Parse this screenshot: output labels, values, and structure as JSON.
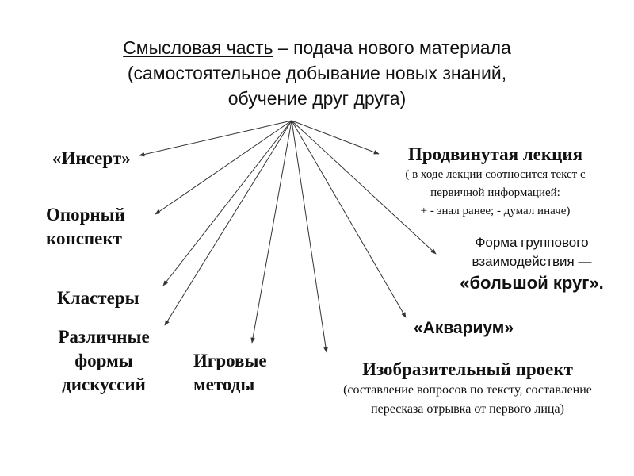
{
  "title": {
    "underlined": "Смысловая часть",
    "rest_line1": " – подача нового материала",
    "line2": "(самостоятельное добывание новых знаний,",
    "line3": "обучение друг друга)"
  },
  "nodes": {
    "insert": "«Инсерт»",
    "opor_line1": "Опорный",
    "opor_line2": "конспект",
    "klastery": "Кластеры",
    "disc_line1": "Различные",
    "disc_line2": "формы",
    "disc_line3": "дискуссий",
    "igr_line1": "Игровые",
    "igr_line2": "методы",
    "izo_title": "Изобразительный проект",
    "izo_sub1": "(составление вопросов по тексту, составление",
    "izo_sub2": "пересказа отрывка от первого лица)",
    "akvarium": "«Аквариум»",
    "krug_line1": "Форма группового",
    "krug_line2": "взаимодействия —",
    "krug_line3": "«большой круг».",
    "lect_title": "Продвинутая лекция",
    "lect_sub1": "( в ходе лекции соотносится текст с",
    "lect_sub2": "первичной информацией:",
    "lect_sub3": "+  - знал ранее; - думал иначе)"
  },
  "colors": {
    "text": "#111111",
    "arrow": "#333333",
    "background": "#ffffff"
  }
}
